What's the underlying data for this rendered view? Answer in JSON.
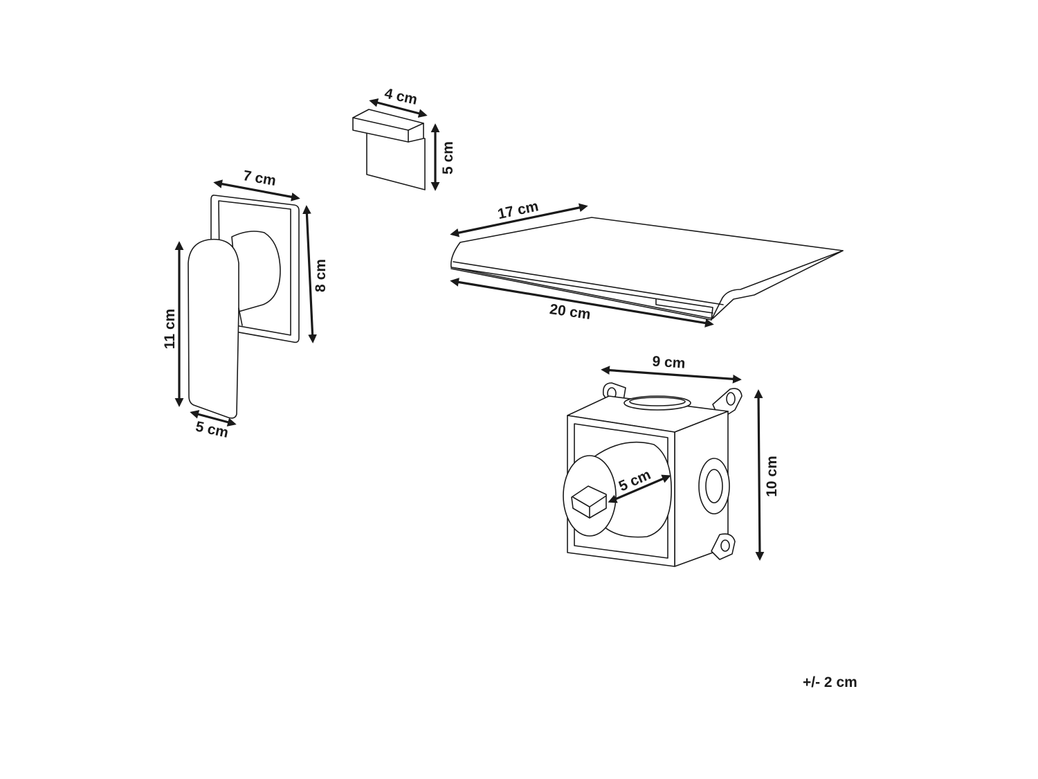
{
  "dimensions": {
    "valve_lever_height": "11 cm",
    "valve_lever_depth": "5 cm",
    "valve_plate_width": "7 cm",
    "valve_plate_height": "8 cm",
    "cap_width": "4 cm",
    "cap_height": "5 cm",
    "spout_depth": "17 cm",
    "spout_width": "20 cm",
    "box_width": "9 cm",
    "box_height": "10 cm",
    "box_stem_diameter": "5 cm"
  },
  "tolerance": "+/- 2 cm"
}
